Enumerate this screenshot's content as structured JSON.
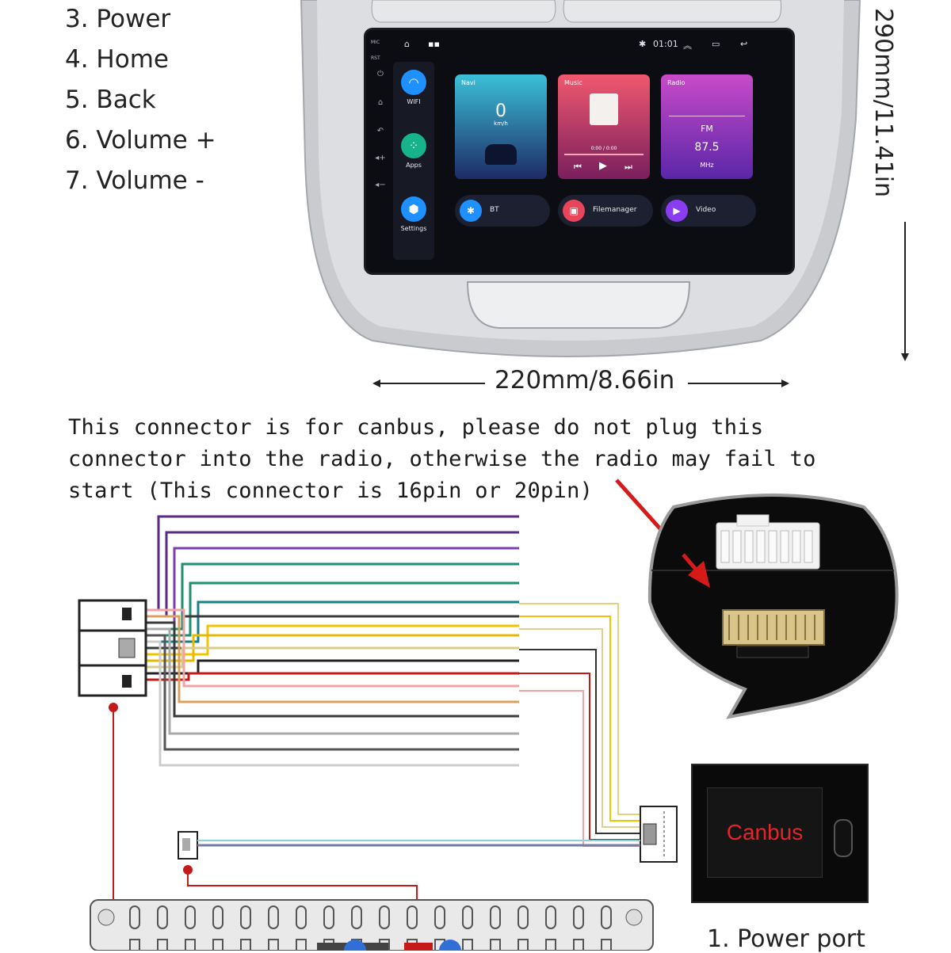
{
  "top_list": [
    "3. Power",
    "4. Home",
    "5. Back",
    "6. Volume +",
    "7. Volume -"
  ],
  "dimensions": {
    "width": "220mm/8.66in",
    "height": "290mm/11.41in"
  },
  "note": "This connector is for canbus, please do not plug this connector into the radio, otherwise the radio may fail to start (This connector is 16pin or 20pin)",
  "screen": {
    "status": {
      "time": "01:01"
    },
    "side_labels": [
      "MIC",
      "RST"
    ],
    "dock": [
      {
        "label": "WIFI",
        "icon": "wifi-icon",
        "color": "#1e90ff"
      },
      {
        "label": "Apps",
        "icon": "apps-grid-icon",
        "color": "#17b38a"
      },
      {
        "label": "Settings",
        "icon": "settings-icon",
        "color": "#1e90ff"
      }
    ],
    "cards": {
      "navi": {
        "title": "Navi",
        "speed": "0",
        "unit": "km/h"
      },
      "music": {
        "title": "Music",
        "time": "0:00 / 0:00"
      },
      "radio": {
        "title": "Radio",
        "band": "FM",
        "freq": "87.5",
        "unit": "MHz"
      }
    },
    "shortcuts": [
      {
        "label": "BT",
        "icon": "bluetooth-icon",
        "color": "#1e90ff"
      },
      {
        "label": "Filemanager",
        "icon": "folder-icon",
        "color": "#e8455a"
      },
      {
        "label": "Video",
        "icon": "video-icon",
        "color": "#8a3cf0"
      }
    ]
  },
  "canbus": {
    "label": "Canbus"
  },
  "power_port_label": "1. Power port",
  "colors": {
    "wire_colors": [
      "#5a2a86",
      "#5a2a86",
      "#7b3fb0",
      "#1c8f6f",
      "#1c8f6f",
      "#15808a",
      "#3a3a3a",
      "#f2c400",
      "#e9b800",
      "#d8cc8c",
      "#222222",
      "#c41a1a",
      "#f2a4a4",
      "#d9a060",
      "#3a3a3a",
      "#aaaaaa",
      "#555555",
      "#cccccc"
    ],
    "canbus_text": "#e0262b",
    "arrow": "#d61a1a"
  }
}
